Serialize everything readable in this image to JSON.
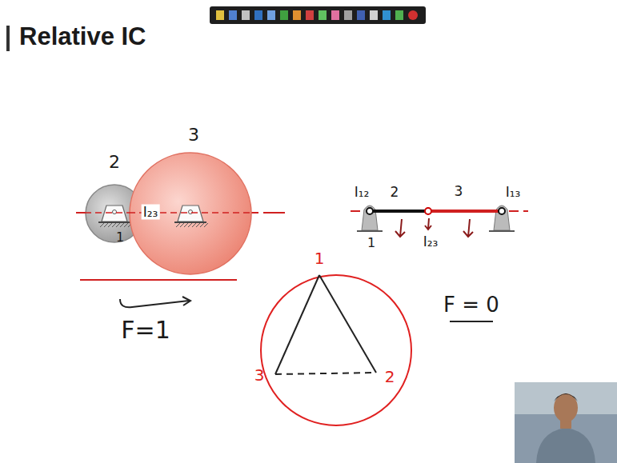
{
  "diagram": {
    "title": "Relative IC",
    "nodes": [
      {
        "text": [
          "2"
        ]
      },
      {
        "text": [
          "3"
        ]
      }
    ],
    "labels": [
      "I₂₃",
      "1",
      "F=1",
      "1",
      "3",
      "2",
      "I₁₂",
      "2",
      "I₂₃",
      "3",
      "I₁₃",
      "1",
      "F = 0"
    ]
  }
}
